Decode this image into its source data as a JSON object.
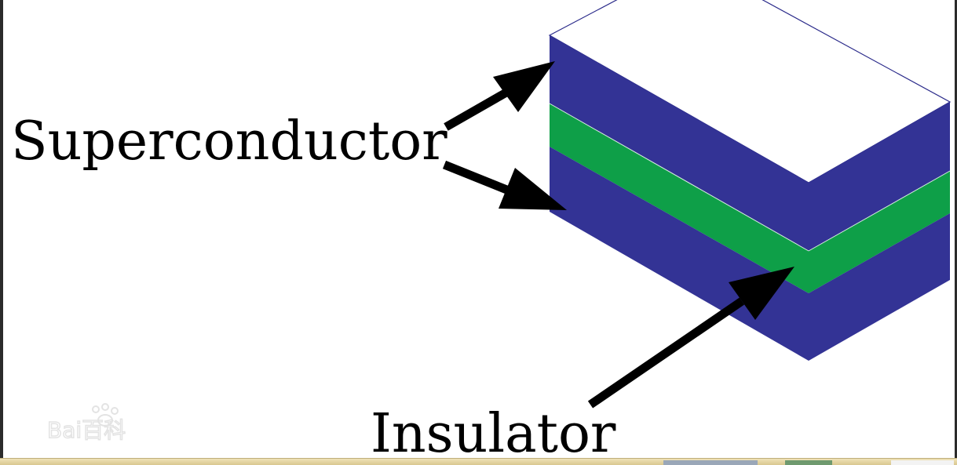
{
  "labels": {
    "superconductor": "Superconductor",
    "insulator": "Insulator"
  },
  "colors": {
    "superconductor_layer": "#333395",
    "insulator_layer": "#0e9f48",
    "top_face": "#ffffff",
    "outline": "#2a2a8a",
    "arrow": "#000000"
  },
  "watermark": {
    "brand": "Bai百科"
  },
  "icons": {
    "watermark_logo": "baidu-paw-icon"
  }
}
